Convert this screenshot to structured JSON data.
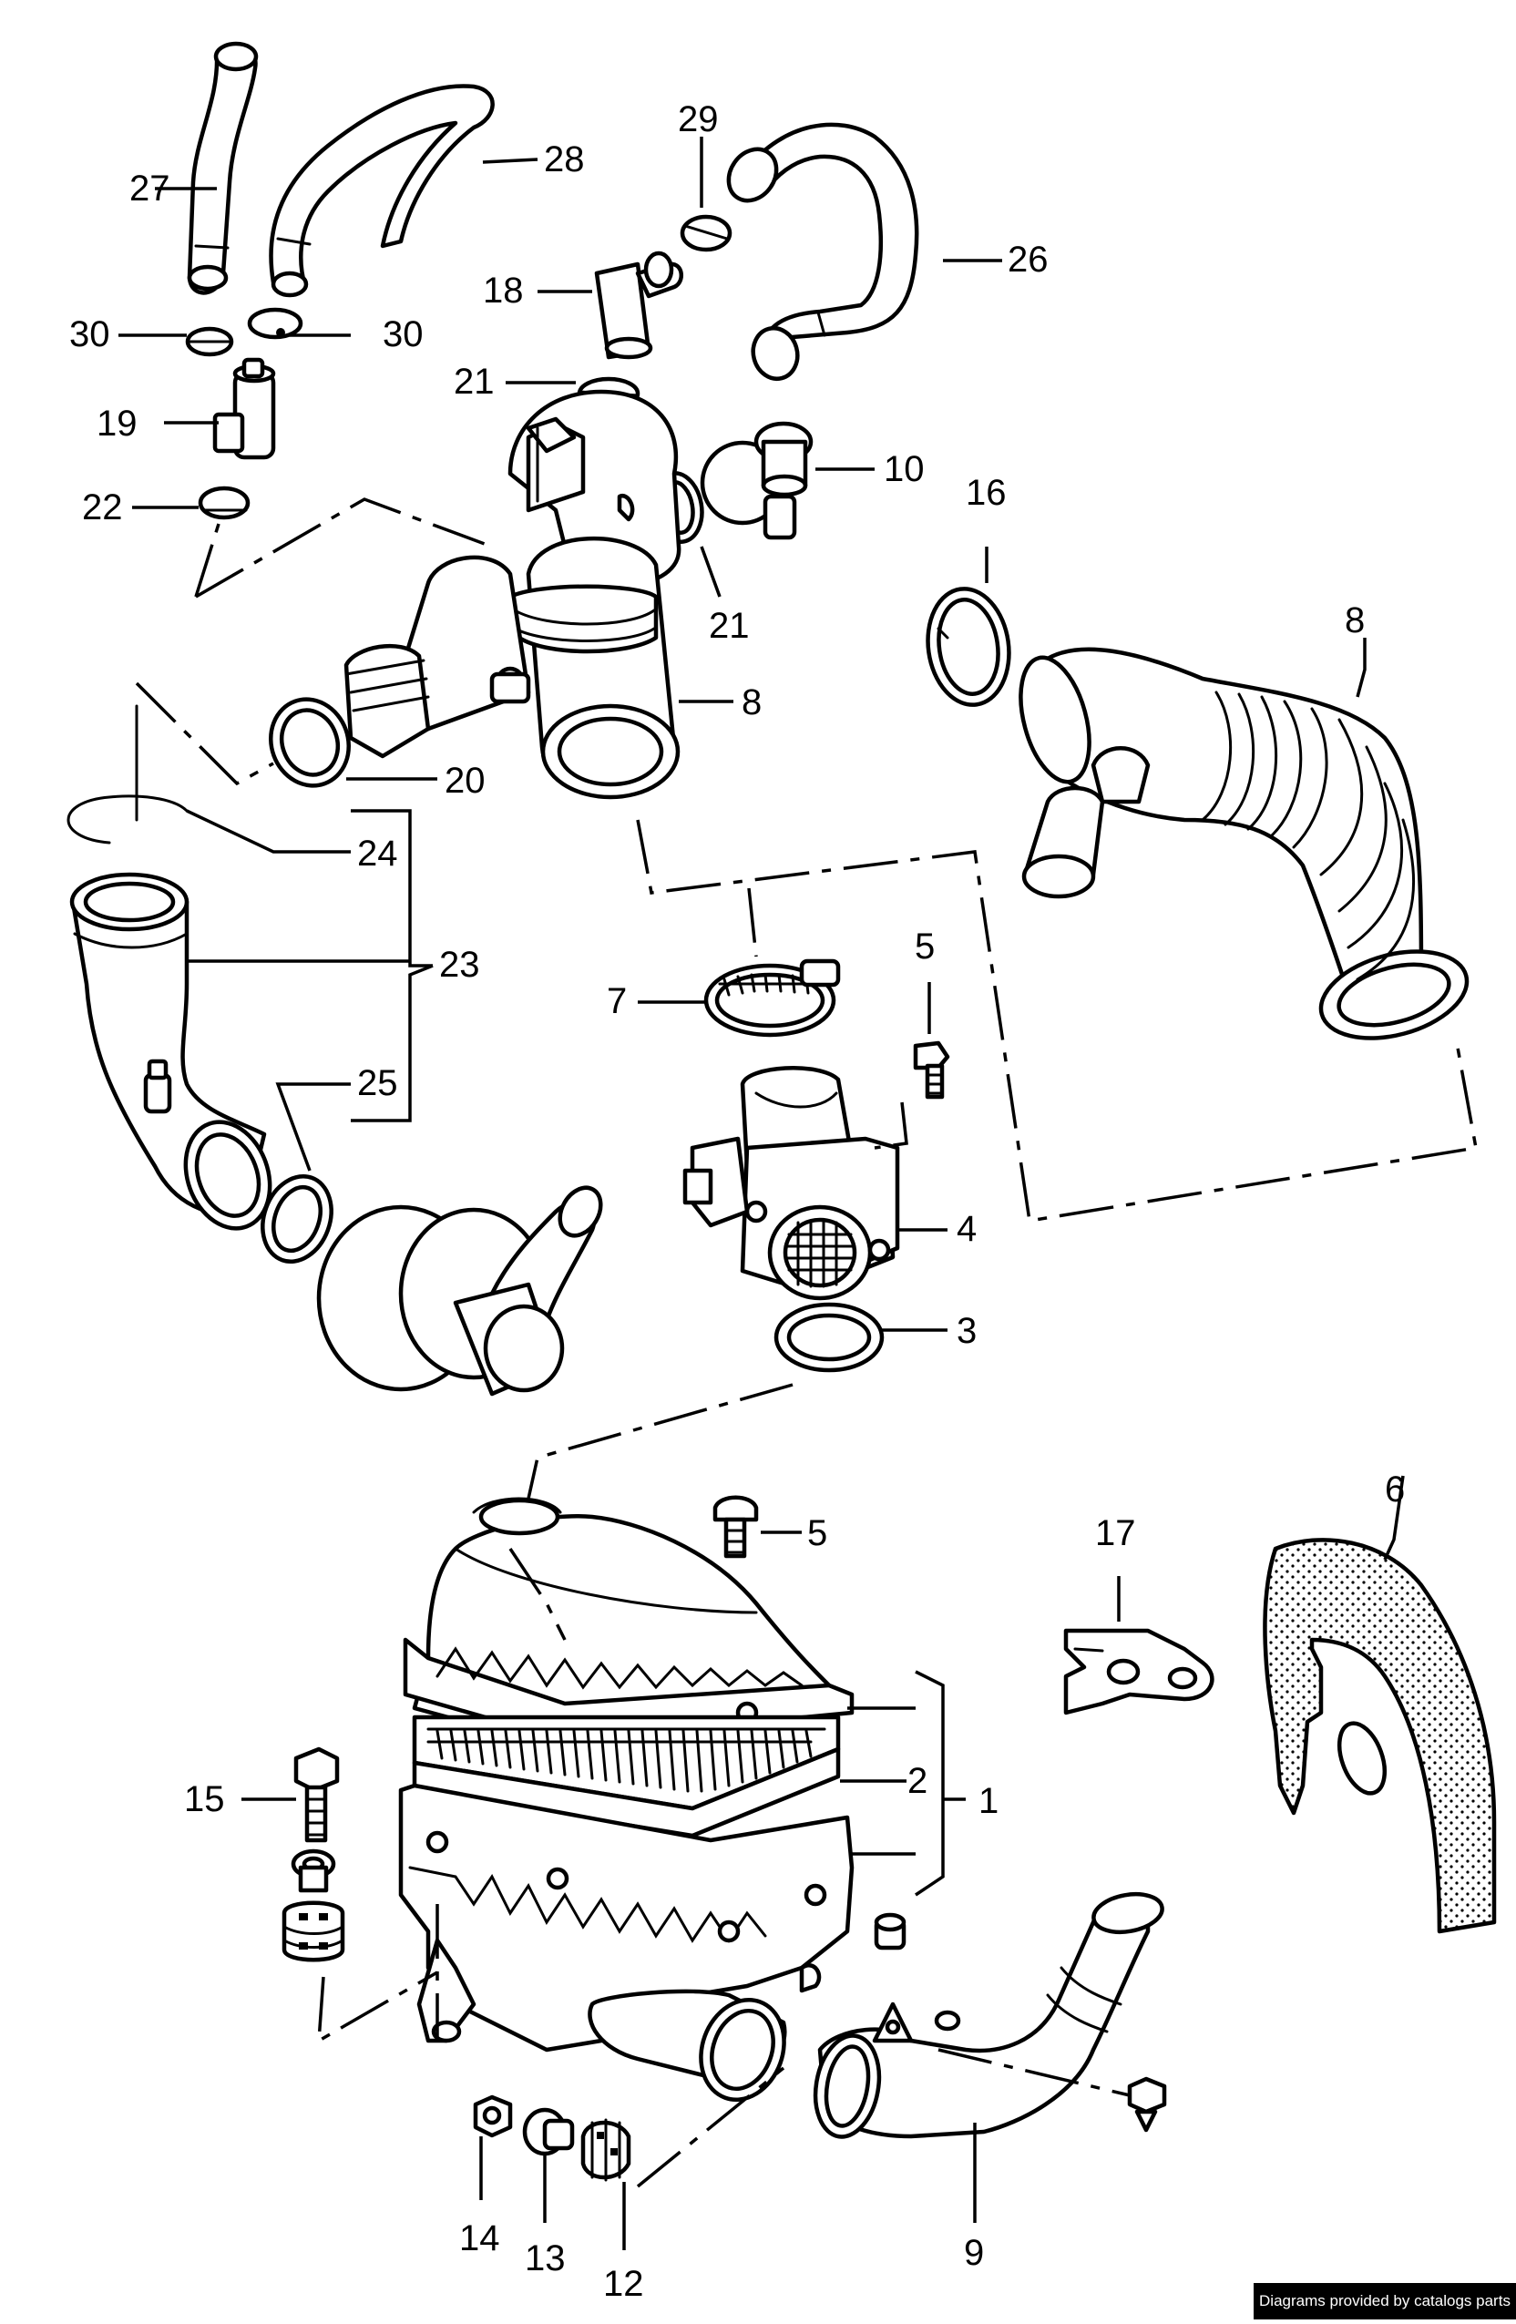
{
  "diagram": {
    "callouts": [
      "1",
      "2",
      "3",
      "4",
      "5",
      "5",
      "6",
      "7",
      "8",
      "8",
      "9",
      "10",
      "12",
      "13",
      "14",
      "15",
      "16",
      "17",
      "18",
      "19",
      "20",
      "21",
      "21",
      "22",
      "23",
      "24",
      "25",
      "26",
      "27",
      "28",
      "29",
      "30",
      "30"
    ]
  },
  "footer": {
    "credit": "Diagrams provided by catalogs parts"
  }
}
